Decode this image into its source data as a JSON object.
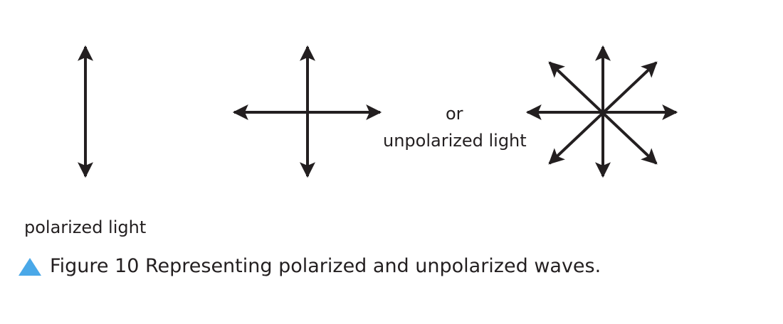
{
  "diagram": {
    "label_polarized": "polarized light",
    "label_or": "or",
    "label_unpolarized": "unpolarized light"
  },
  "caption": {
    "marker_icon": "triangle-icon",
    "marker_color": "#4aa8e8",
    "text": "Figure 10 Representing polarized and unpolarized waves."
  },
  "colors": {
    "arrow": "#231f20",
    "text": "#231f20"
  }
}
